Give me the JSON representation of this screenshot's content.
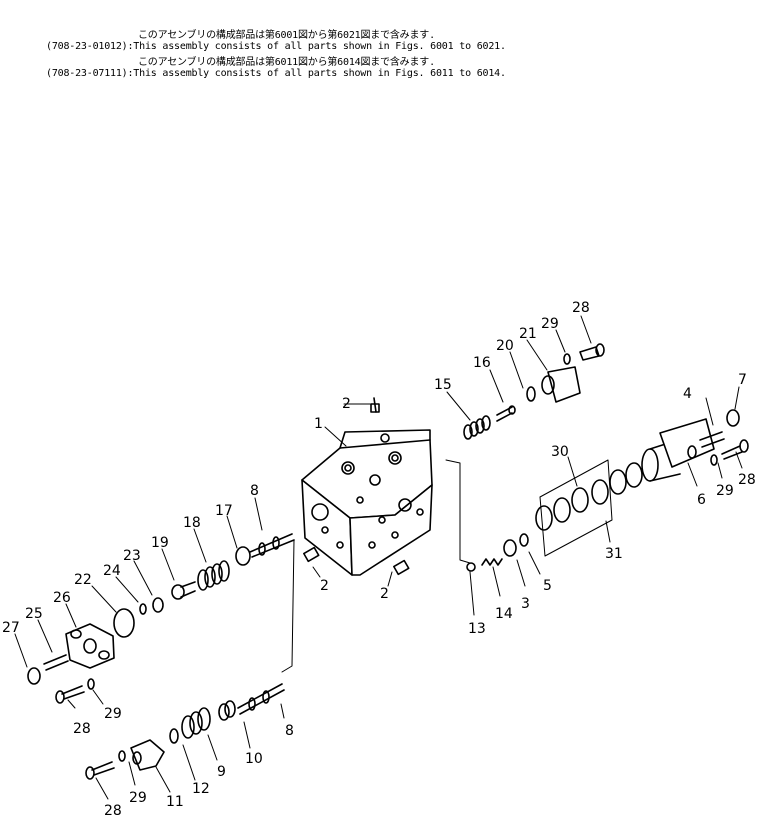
{
  "header": {
    "line1_jp": "このアセンブリの構成部品は第6001図から第6021図まで含みます.",
    "line1_en": "(708-23-01012):This assembly consists of all parts shown in Figs. 6001 to 6021.",
    "line2_jp": "このアセンブリの構成部品は第6011図から第6014図まで含みます.",
    "line2_en": "(708-23-07111):This assembly consists of all parts shown in Figs. 6011 to 6014."
  },
  "callouts": {
    "c1": "1",
    "c2a": "2",
    "c2b": "2",
    "c2c": "2",
    "c3": "3",
    "c4": "4",
    "c5": "5",
    "c6": "6",
    "c7": "7",
    "c8a": "8",
    "c8b": "8",
    "c9": "9",
    "c10": "10",
    "c11": "11",
    "c12": "12",
    "c13": "13",
    "c14": "14",
    "c15": "15",
    "c16": "16",
    "c17": "17",
    "c18": "18",
    "c19": "19",
    "c20": "20",
    "c21": "21",
    "c22": "22",
    "c23": "23",
    "c24": "24",
    "c25": "25",
    "c26": "26",
    "c27": "27",
    "c28a": "28",
    "c28b": "28",
    "c28c": "28",
    "c28d": "28",
    "c29a": "29",
    "c29b": "29",
    "c29c": "29",
    "c29d": "29",
    "c30": "30",
    "c31": "31"
  }
}
